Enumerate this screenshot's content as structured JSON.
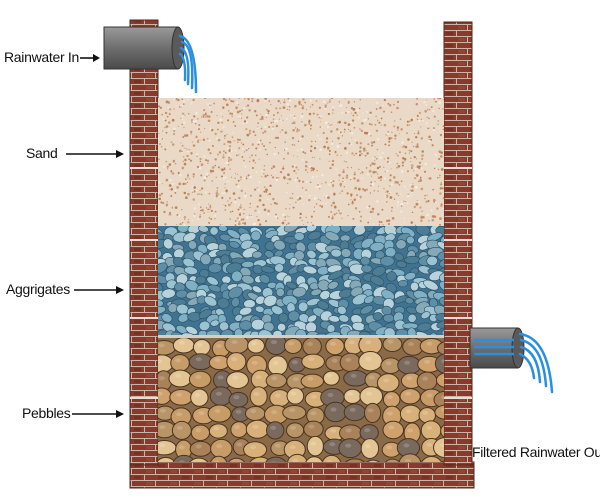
{
  "labels": {
    "rainwater_in": "Rainwater In",
    "sand": "Sand",
    "aggregates": "Aggrigates",
    "pebbles": "Pebbles",
    "filtered_out": "Filtered Rainwater Out"
  },
  "colors": {
    "brick": "#8a3a2c",
    "brick_dark": "#5e2219",
    "mortar": "#c9b6a8",
    "sand": "#e9d9c6",
    "sand_speck": "#b9784d",
    "aggregate_base": "#3f7391",
    "aggregate_stone": "#7fb0c4",
    "pebble_base": "#8a6a47",
    "pebble_stone": "#c79c66",
    "pipe": "#6e6e6e",
    "water": "#2a8fe0"
  }
}
